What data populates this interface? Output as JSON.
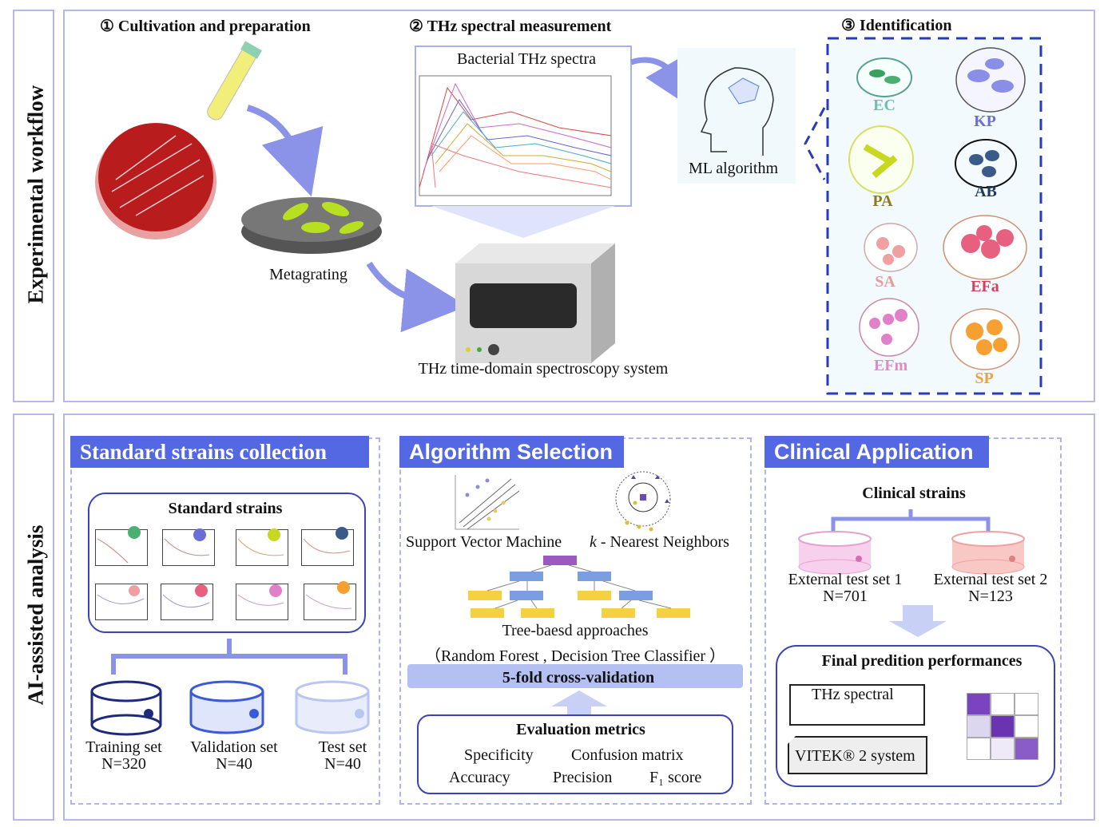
{
  "top": {
    "side_label": "Experimental workflow",
    "steps": [
      "① Cultivation and preparation",
      "② THz spectral measurement",
      "③ Identification"
    ],
    "metagrating_label": "Metagrating",
    "spectra_title": "Bacterial THz spectra",
    "device_label": "THz time-domain spectroscopy system",
    "ml_label": "ML algorithm",
    "bacteria": [
      {
        "code": "EC",
        "color": "#6fbfae"
      },
      {
        "code": "KP",
        "color": "#6a6fd8"
      },
      {
        "code": "PA",
        "color": "#8a7a1e"
      },
      {
        "code": "AB",
        "color": "#1f3a5a"
      },
      {
        "code": "SA",
        "color": "#e59a9a"
      },
      {
        "code": "EFa",
        "color": "#d4405a"
      },
      {
        "code": "EFm",
        "color": "#e08ac8"
      },
      {
        "code": "SP",
        "color": "#f0a040"
      }
    ]
  },
  "bottom": {
    "side_label": "AI-assisted analysis",
    "collection": {
      "header": "Standard strains collection",
      "box_title": "Standard strains",
      "sets": [
        {
          "name": "Training set",
          "n": "N=320"
        },
        {
          "name": "Validation set",
          "n": "N=40"
        },
        {
          "name": "Test set",
          "n": "N=40"
        }
      ]
    },
    "algorithm": {
      "header": "Algorithm Selection",
      "svm": "Support Vector Machine",
      "knn_k": "k",
      "knn": " - Nearest Neighbors",
      "tree": "Tree-baesd approaches",
      "tree_sub": "（Random Forest , Decision Tree Classifier ）",
      "cv": "5-fold cross-validation",
      "metrics_title": "Evaluation metrics",
      "metrics": [
        "Specificity",
        "Confusion matrix",
        "Accuracy",
        "Precision",
        "F₁ score"
      ]
    },
    "clinical": {
      "header": "Clinical Application",
      "strains": "Clinical strains",
      "sets": [
        {
          "name": "External test set 1",
          "n": "N=701"
        },
        {
          "name": "External test set 2",
          "n": "N=123"
        }
      ],
      "final_title": "Final predition performances",
      "thz": "THz spectral",
      "vitek": "VITEK® 2 system"
    }
  },
  "colors": {
    "accent": "#5468e4",
    "panel_border": "#b5b8e8",
    "box_border": "#3a44b8"
  }
}
